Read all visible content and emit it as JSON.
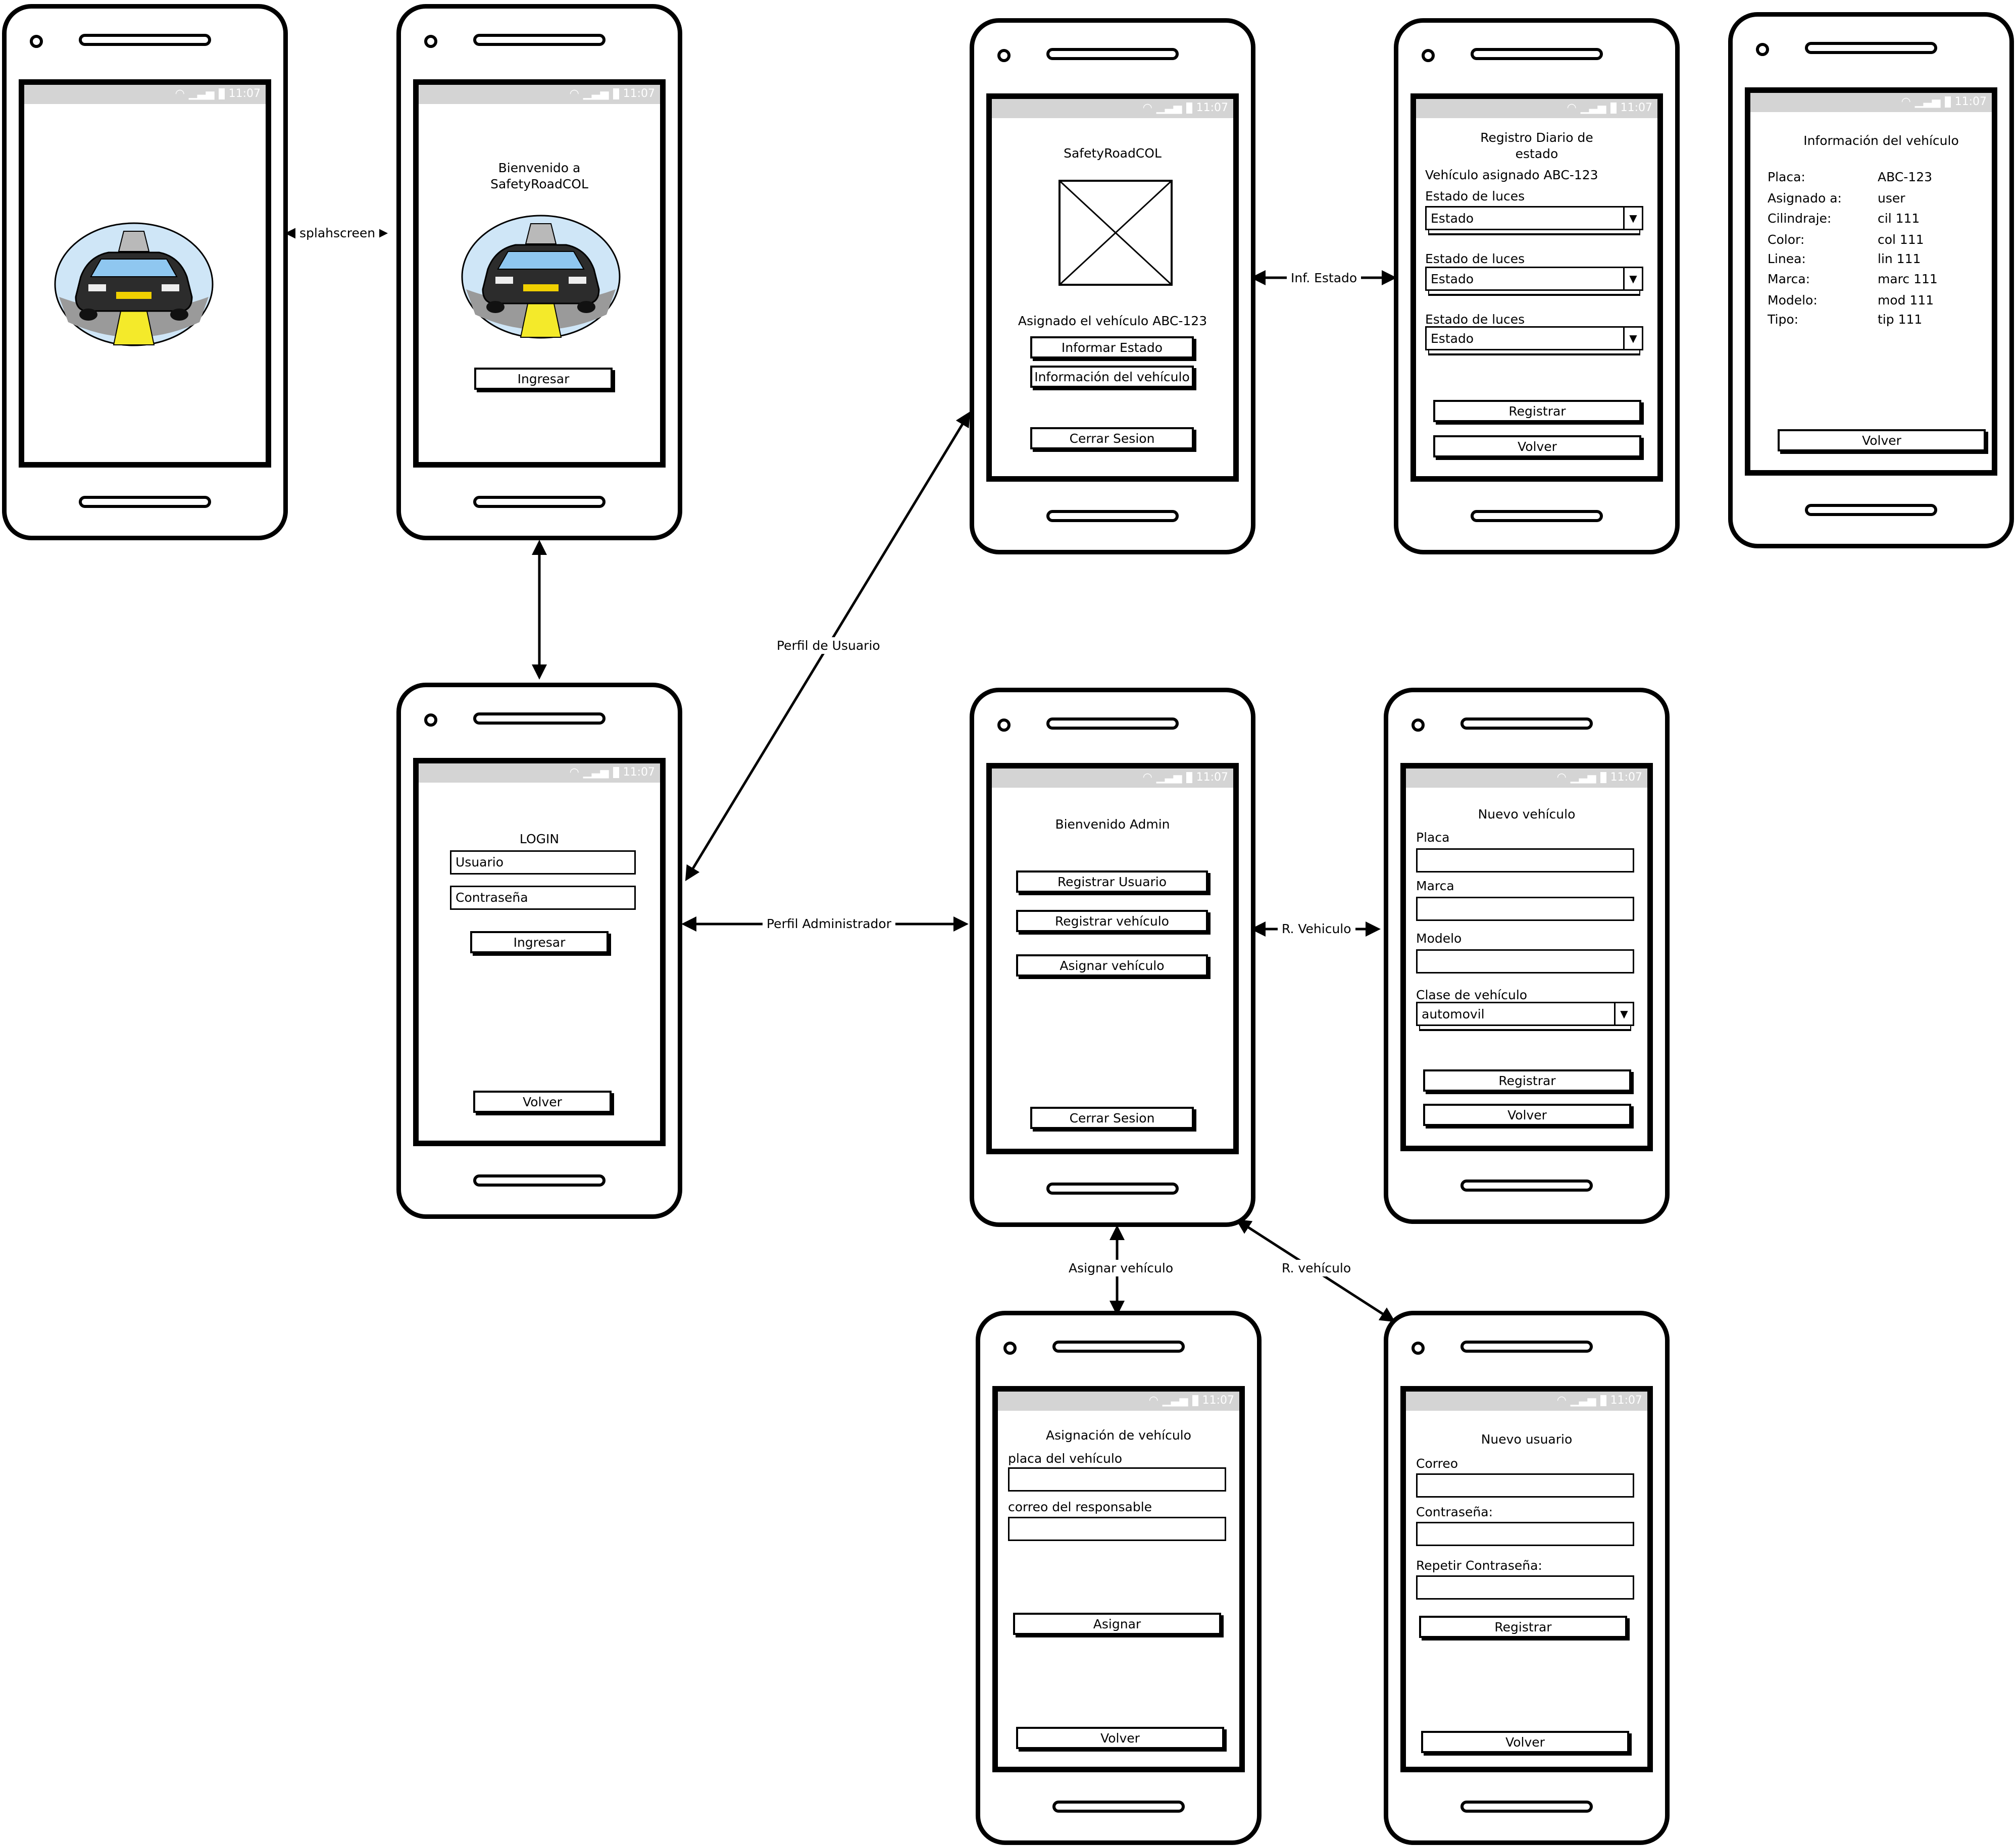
{
  "status_time": "11:07",
  "edges": {
    "splash": "splahscreen",
    "inf_estado": "Inf. Estado",
    "perfil_usuario": "Perfil de Usuario",
    "perfil_admin": "Perfil Administrador",
    "r_vehiculo_1": "R. Vehiculo",
    "asignar_vehiculo": "Asignar vehículo",
    "r_vehiculo_2": "R. vehículo"
  },
  "welcome": {
    "title_line1": "Bienvenido a",
    "title_line2": "SafetyRoadCOL",
    "ingresar": "Ingresar"
  },
  "login": {
    "title": "LOGIN",
    "usuario": "Usuario",
    "contrasena": "Contraseña",
    "ingresar": "Ingresar",
    "volver": "Volver"
  },
  "user_home": {
    "title": "SafetyRoadCOL",
    "assigned": "Asignado el vehículo ABC-123",
    "informar": "Informar Estado",
    "info": "Información del vehículo",
    "cerrar": "Cerrar Sesion"
  },
  "registro": {
    "title_line1": "Registro Diario de",
    "title_line2": "estado",
    "vehiculo": "Vehículo asignado ABC-123",
    "label1": "Estado de luces",
    "label2": "Estado de luces",
    "label3": "Estado de luces",
    "sel1": "Estado",
    "sel2": "Estado",
    "sel3": "Estado",
    "registrar": "Registrar",
    "volver": "Volver"
  },
  "info_vehiculo": {
    "title": "Información del vehículo",
    "rows": [
      {
        "k": "Placa:",
        "v": "ABC-123"
      },
      {
        "k": "Asignado a:",
        "v": "user"
      },
      {
        "k": "Cilindraje:",
        "v": "cil 111"
      },
      {
        "k": "Color:",
        "v": "col 111"
      },
      {
        "k": "Linea:",
        "v": "lin 111"
      },
      {
        "k": "Marca:",
        "v": "marc 111"
      },
      {
        "k": "Modelo:",
        "v": "mod 111"
      },
      {
        "k": "Tipo:",
        "v": "tip 111"
      }
    ],
    "volver": "Volver"
  },
  "admin": {
    "title": "Bienvenido Admin",
    "reg_usuario": "Registrar Usuario",
    "reg_vehiculo": "Registrar vehículo",
    "asignar": "Asignar vehículo",
    "cerrar": "Cerrar Sesion"
  },
  "nuevo_vehiculo": {
    "title": "Nuevo vehículo",
    "placa": "Placa",
    "marca": "Marca",
    "modelo": "Modelo",
    "clase": "Clase de vehículo",
    "clase_val": "automovil",
    "registrar": "Registrar",
    "volver": "Volver"
  },
  "asignacion": {
    "title": "Asignación de vehículo",
    "placa": "placa del vehículo",
    "correo": "correo del responsable",
    "asignar": "Asignar",
    "volver": "Volver"
  },
  "nuevo_usuario": {
    "title": "Nuevo usuario",
    "correo": "Correo",
    "contrasena": "Contraseña:",
    "repetir": "Repetir Contraseña:",
    "registrar": "Registrar",
    "volver": "Volver"
  }
}
